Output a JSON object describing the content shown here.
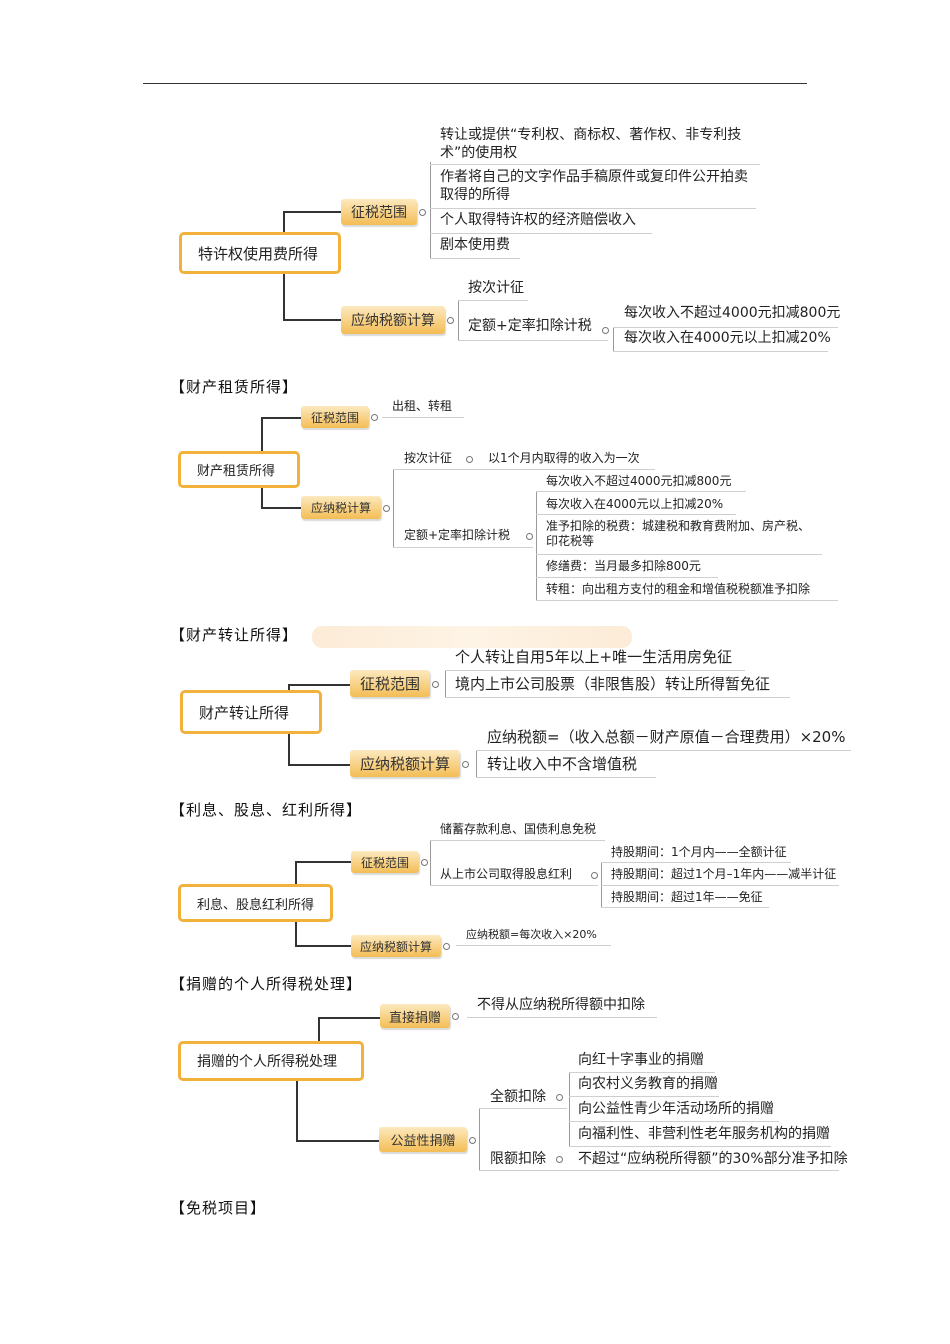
{
  "section1": {
    "root": "特许权使用费所得",
    "scope_tag": "征税范围",
    "scope_items": [
      "转让或提供“专利权、商标权、著作权、非专利技术”的使用权",
      "作者将自己的文字作品手稿原件或复印件公开拍卖取得的所得",
      "个人取得特许权的经济赔偿收入",
      "剧本使用费"
    ],
    "calc_tag": "应纳税额计算",
    "calc_items": [
      "按次计征",
      "定额+定率扣除计税"
    ],
    "deduct_items": [
      "每次收入不超过4000元扣减800元",
      "每次收入在4000元以上扣减20%"
    ]
  },
  "section2": {
    "heading": "【财产租赁所得】",
    "root": "财产租赁所得",
    "scope_tag": "征税范围",
    "scope_item": "出租、转租",
    "calc_tag": "应纳税计算",
    "per_time": "按次计征",
    "per_time_note": "以1个月内取得的收入为一次",
    "fixed_rate": "定额+定率扣除计税",
    "sub_items": [
      "每次收入不超过4000元扣减800元",
      "每次收入在4000元以上扣减20%",
      "准予扣除的税费：城建税和教育费附加、房产税、印花税等",
      "修缮费：当月最多扣除800元",
      "转租：向出租方支付的租金和增值税税额准予扣除"
    ]
  },
  "section3": {
    "heading": "【财产转让所得】",
    "root": "财产转让所得",
    "scope_tag": "征税范围",
    "scope_items": [
      "个人转让自用5年以上+唯一生活用房免征",
      "境内上市公司股票（非限售股）转让所得暂免征"
    ],
    "calc_tag": "应纳税额计算",
    "calc_items": [
      "应纳税额=（收入总额－财产原值－合理费用）×20%",
      "转让收入中不含增值税"
    ]
  },
  "section4": {
    "heading": "【利息、股息、红利所得】",
    "root": "利息、股息红利所得",
    "scope_tag": "征税范围",
    "scope_items": [
      "储蓄存款利息、国债利息免税",
      "从上市公司取得股息红利"
    ],
    "holding_items": [
      "持股期间：1个月内——全额计征",
      "持股期间：超过1个月–1年内——减半计征",
      "持股期间：超过1年——免征"
    ],
    "calc_tag": "应纳税额计算",
    "calc_item": "应纳税额=每次收入×20%"
  },
  "section5": {
    "heading": "【捐赠的个人所得税处理】",
    "root": "捐赠的个人所得税处理",
    "direct_tag": "直接捐赠",
    "direct_item": "不得从应纳税所得额中扣除",
    "public_tag": "公益性捐赠",
    "full_label": "全额扣除",
    "full_items": [
      "向红十字事业的捐赠",
      "向农村义务教育的捐赠",
      "向公益性青少年活动场所的捐赠",
      "向福利性、非营利性老年服务机构的捐赠"
    ],
    "limit_label": "限额扣除",
    "limit_item": "不超过“应纳税所得额”的30%部分准予扣除"
  },
  "section6": {
    "heading": "【免税项目】"
  }
}
